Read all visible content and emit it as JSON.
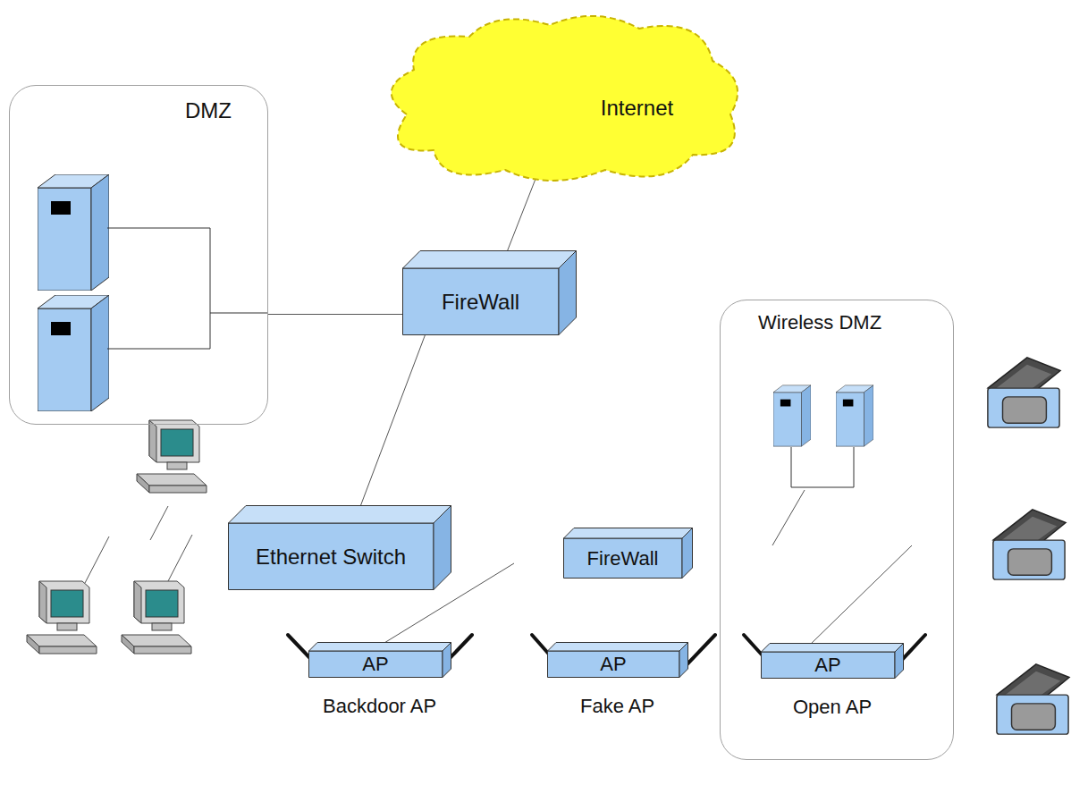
{
  "diagram": {
    "nodes": [
      {
        "text": [
          "Internet"
        ]
      },
      {
        "text": [
          "DMZ"
        ]
      },
      {
        "text": [
          "FireWall"
        ]
      },
      {
        "text": [
          "Wireless DMZ"
        ]
      },
      {
        "text": [
          "Ethernet Switch"
        ]
      },
      {
        "text": [
          "FireWall"
        ]
      },
      {
        "text": [
          "AP",
          "Backdoor AP"
        ]
      },
      {
        "text": [
          "AP",
          "Fake AP"
        ]
      },
      {
        "text": [
          "AP",
          "Open AP"
        ],
        "in": 3
      }
    ],
    "edges": [
      {
        "from": 0,
        "to": 2,
        "arrow": "none"
      },
      {
        "from": 1,
        "to": 2,
        "arrow": "none"
      },
      {
        "from": 2,
        "to": 4,
        "arrow": "none"
      }
    ]
  }
}
